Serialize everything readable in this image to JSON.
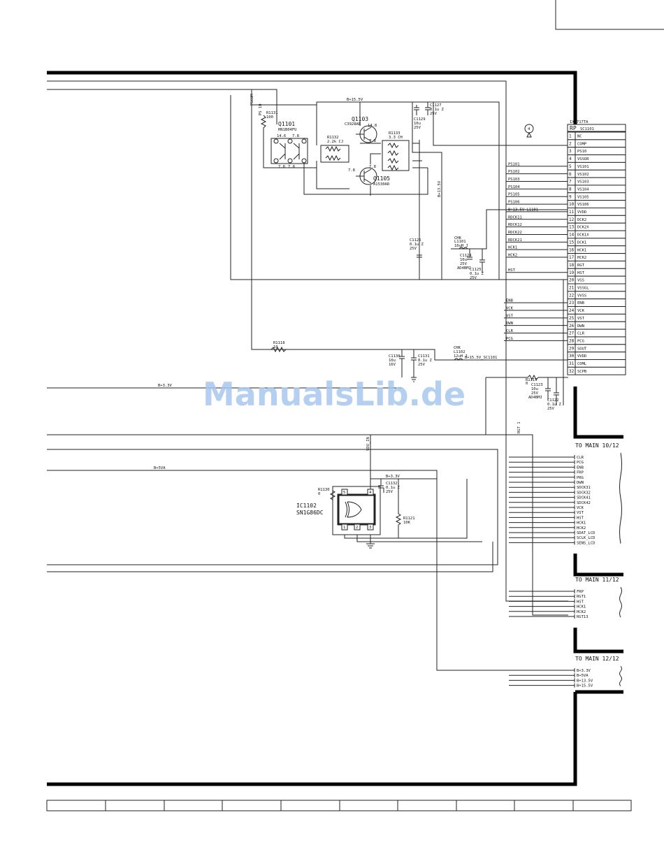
{
  "ic_main": {
    "part": "IX3717TA",
    "ref_prefix": "RP",
    "ref": "SC1101",
    "pins": [
      {
        "n": "1",
        "name": "NC"
      },
      {
        "n": "2",
        "name": "COMP"
      },
      {
        "n": "3",
        "name": "PS10"
      },
      {
        "n": "4",
        "name": "VSSOR"
      },
      {
        "n": "5",
        "name": "VS101"
      },
      {
        "n": "6",
        "name": "VS102"
      },
      {
        "n": "7",
        "name": "VS103"
      },
      {
        "n": "8",
        "name": "VS104"
      },
      {
        "n": "9",
        "name": "VS105"
      },
      {
        "n": "10",
        "name": "VS106"
      },
      {
        "n": "11",
        "name": "VVDD"
      },
      {
        "n": "12",
        "name": "DCK2"
      },
      {
        "n": "13",
        "name": "DCK2X"
      },
      {
        "n": "14",
        "name": "DCK1X"
      },
      {
        "n": "15",
        "name": "DCK1"
      },
      {
        "n": "16",
        "name": "HCK1"
      },
      {
        "n": "17",
        "name": "HCK2"
      },
      {
        "n": "18",
        "name": "RGT"
      },
      {
        "n": "19",
        "name": "HST"
      },
      {
        "n": "20",
        "name": "VSS"
      },
      {
        "n": "21",
        "name": "VSSGL"
      },
      {
        "n": "22",
        "name": "VVSS"
      },
      {
        "n": "23",
        "name": "ENB"
      },
      {
        "n": "24",
        "name": "VCK"
      },
      {
        "n": "25",
        "name": "VST"
      },
      {
        "n": "26",
        "name": "DWN"
      },
      {
        "n": "27",
        "name": "CLR"
      },
      {
        "n": "28",
        "name": "PCG"
      },
      {
        "n": "29",
        "name": "SOUT"
      },
      {
        "n": "30",
        "name": "VVDD"
      },
      {
        "n": "31",
        "name": "COML"
      },
      {
        "n": "32",
        "name": "SCPB"
      }
    ]
  },
  "net_labels_left_of_ic": [
    "PS101",
    "PS102",
    "PS103",
    "PS104",
    "PS105",
    "PS106",
    "B+13.5V_L1101",
    "RDCK11",
    "RDCK12",
    "RDCK22",
    "RDCK21",
    "HCK2",
    "HCK1",
    "HST",
    "ENB",
    "VCK",
    "VST",
    "DWN",
    "CLR",
    "PCG"
  ],
  "marker": "4",
  "components": {
    "q1101": {
      "ref": "Q1101",
      "part": "HN1B04FU",
      "v1": "14.6",
      "v2": "7.8",
      "v3": "7.8",
      "v4": "7.8"
    },
    "q1103": {
      "ref": "Q1103",
      "part": "C3928AR",
      "v1": "14.8",
      "v2": "7.8"
    },
    "q1105": {
      "ref": "Q1105",
      "part": "A1530AR",
      "v1": "7.8",
      "v2": "7.8"
    },
    "r1131": {
      "ref": "R1131",
      "value": "100"
    },
    "r1132": {
      "ref": "R1132",
      "value": "2.2k CJ"
    },
    "r1133": {
      "ref": "R1133",
      "value": "3.3 CH"
    },
    "c1127": {
      "ref": "C1127",
      "value": "0.1u Z",
      "volt": "25V"
    },
    "c1129": {
      "ref": "C1129",
      "value": "10u",
      "volt": "25V"
    },
    "c1126": {
      "ref": "C1126",
      "value": "0.1u Z",
      "volt": "25V"
    },
    "l1101": {
      "ref": "L1101",
      "kind": "CHK",
      "value": "10uH J"
    },
    "c1124": {
      "ref": "C1124",
      "value": "10u",
      "volt": "25V",
      "note": "AD4BMJ"
    },
    "c1125": {
      "ref": "C1125",
      "value": "0.1u Z",
      "volt": "25V"
    },
    "r1118": {
      "ref": "R1118",
      "value": "10"
    },
    "c1130": {
      "ref": "C1130",
      "value": "10u",
      "volt": "16V"
    },
    "c1131": {
      "ref": "C1131",
      "value": "0.1u Z",
      "volt": "25V"
    },
    "l1102": {
      "ref": "L1102",
      "kind": "CHK",
      "value": "12uH J"
    },
    "r1119": {
      "ref": "R1119",
      "value": "0"
    },
    "c1123": {
      "ref": "C1123",
      "value": "10u",
      "volt": "25V",
      "note": "AD4BMJ"
    },
    "c1122": {
      "ref": "C1122",
      "value": "0.1u Z",
      "volt": "25V"
    },
    "c1132": {
      "ref": "C1132",
      "value": "0.1u Z",
      "volt": "25V"
    },
    "r1130": {
      "ref": "R1130",
      "value": "0"
    },
    "r1121": {
      "ref": "R1121",
      "value": "10K"
    },
    "ic1102": {
      "ref": "IC1102",
      "part": "SN1G86DC"
    }
  },
  "rails": {
    "b15": "B+15.5V",
    "b15sc": "B+15.5V_SC1101",
    "b13": "B+13.5V",
    "b33": "B+3.3V",
    "b33b": "B+3.3V",
    "b5va": "B+5VA",
    "pscom": "PSCOM",
    "ps10": "PS 10",
    "sdu": "SDU_IN",
    "rgt": "RGT 1"
  },
  "connectors": [
    {
      "title": "TO MAIN 10/12",
      "pins": [
        "CLR",
        "PCG",
        "ENB",
        "FRP",
        "PRG",
        "DWN",
        "SDCK31",
        "SDCK32",
        "SDCK41",
        "SDCK42",
        "VCK",
        "VST",
        "HST",
        "HCK1",
        "HCK2",
        "SDAT_LCD",
        "SCLK_LCD",
        "SENS_LCD"
      ]
    },
    {
      "title": "TO MAIN 11/12",
      "pins": [
        "FRP",
        "RGT1",
        "HST",
        "HCK1",
        "HCK2",
        "RGT13"
      ]
    },
    {
      "title": "TO MAIN 12/12",
      "pins": [
        "B+3.3V",
        "B+5VA",
        "B+13.5V",
        "B+15.5V"
      ]
    }
  ],
  "watermark": "ManualsLib.de"
}
